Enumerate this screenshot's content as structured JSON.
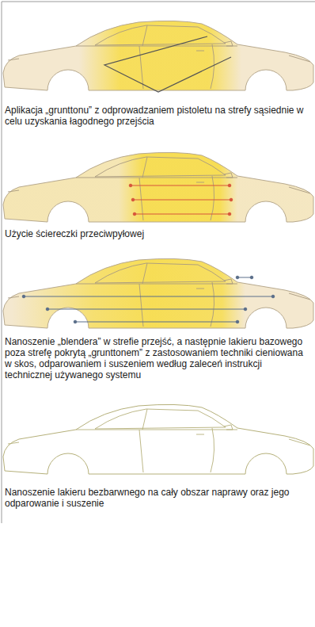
{
  "diagram": {
    "labels": [
      "Aplikacja „grunttonu” z odprowadzaniem pistoletu na strefy sąsiednie w celu uzyskania łagodnego przejścia",
      "Użycie ściereczki przeciwpyłowej",
      "Nanoszenie „blendera” w strefie przejść, a następnie lakieru bazowego poza strefę pokrytą „grunttonem” z zastosowaniem techniki cieniowana w skos, odparowaniem i suszeniem według zaleceń instrukcji technicznej używanego systemu",
      "Nanoszenie lakieru bezbarwnego na cały obszar naprawy oraz jego odparowanie i suszenie"
    ]
  }
}
